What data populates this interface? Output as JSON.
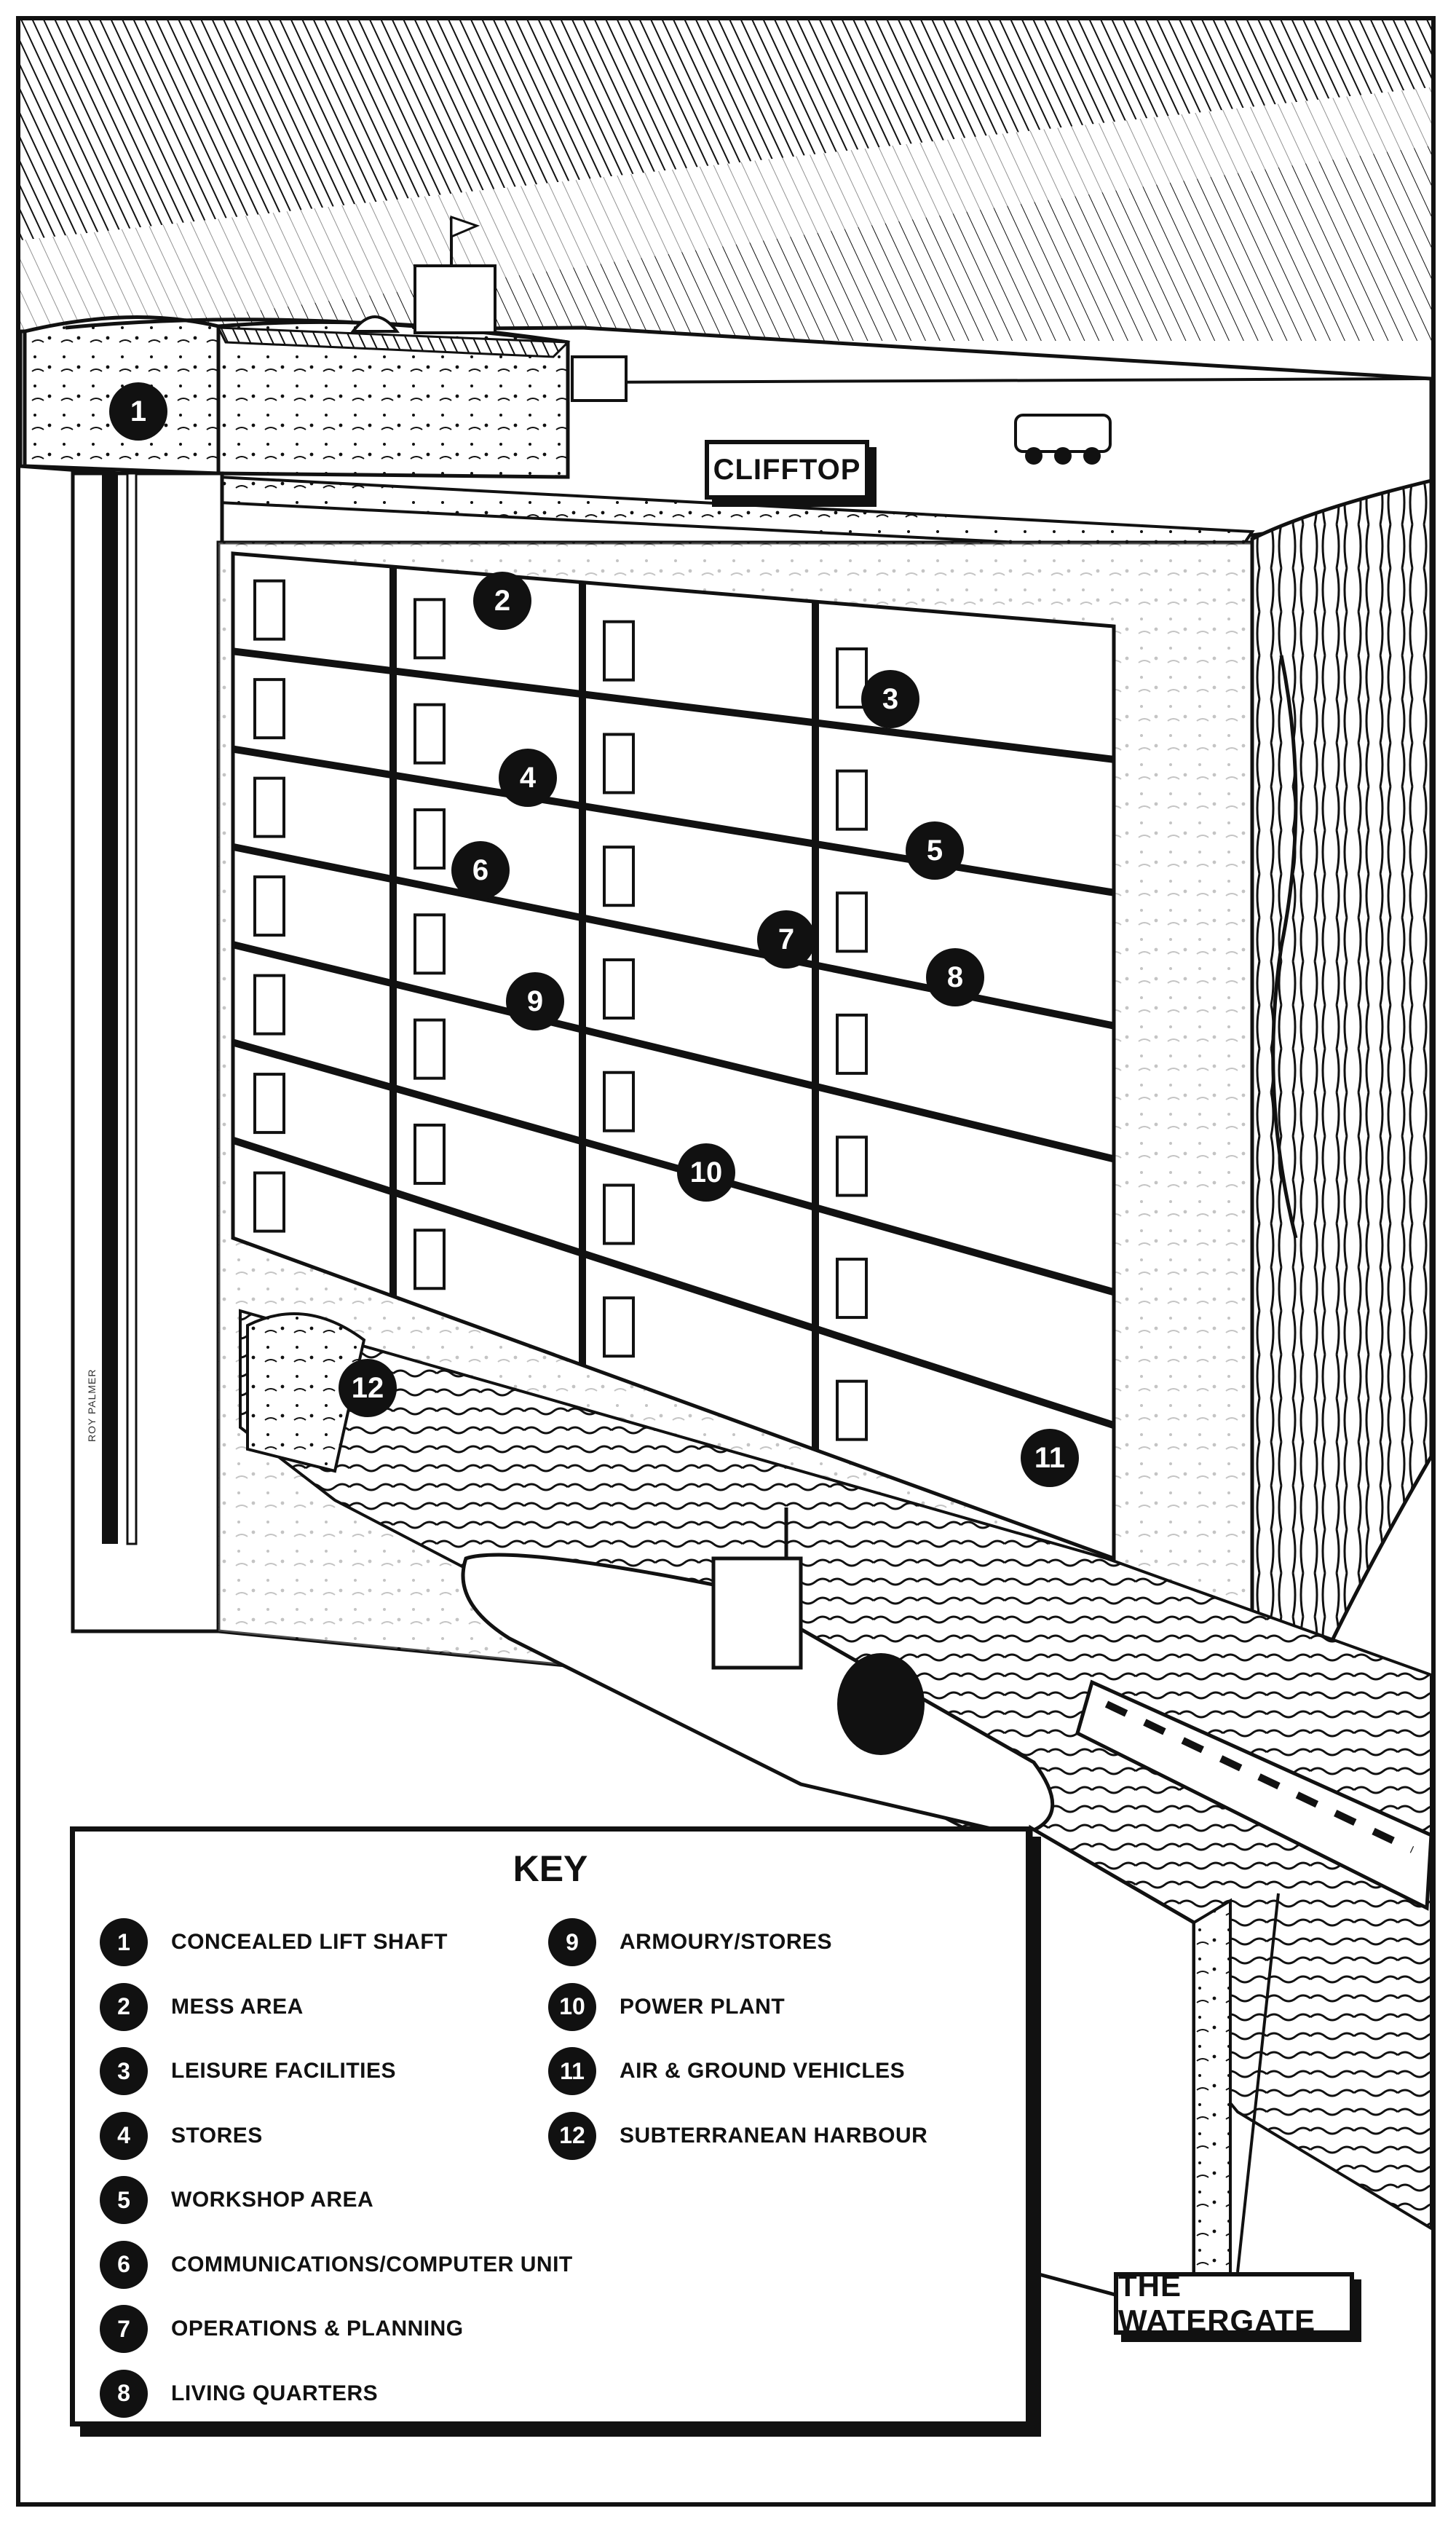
{
  "labels": {
    "clifftop": "CLIFFTOP",
    "watergate": "THE WATERGATE",
    "signature": "ROY PALMER"
  },
  "callouts": [
    "1",
    "2",
    "3",
    "4",
    "5",
    "6",
    "7",
    "8",
    "9",
    "10",
    "11",
    "12"
  ],
  "key": {
    "title": "KEY",
    "items": [
      {
        "num": "1",
        "label": "CONCEALED LIFT SHAFT"
      },
      {
        "num": "2",
        "label": "MESS AREA"
      },
      {
        "num": "3",
        "label": "LEISURE FACILITIES"
      },
      {
        "num": "4",
        "label": "STORES"
      },
      {
        "num": "5",
        "label": "WORKSHOP AREA"
      },
      {
        "num": "6",
        "label": "COMMUNICATIONS/COMPUTER UNIT"
      },
      {
        "num": "7",
        "label": "OPERATIONS & PLANNING"
      },
      {
        "num": "8",
        "label": "LIVING QUARTERS"
      },
      {
        "num": "9",
        "label": "ARMOURY/STORES"
      },
      {
        "num": "10",
        "label": "POWER PLANT"
      },
      {
        "num": "11",
        "label": "AIR & GROUND VEHICLES"
      },
      {
        "num": "12",
        "label": "SUBTERRANEAN HARBOUR"
      }
    ]
  },
  "colors": {
    "ink": "#111111",
    "paper": "#ffffff"
  }
}
